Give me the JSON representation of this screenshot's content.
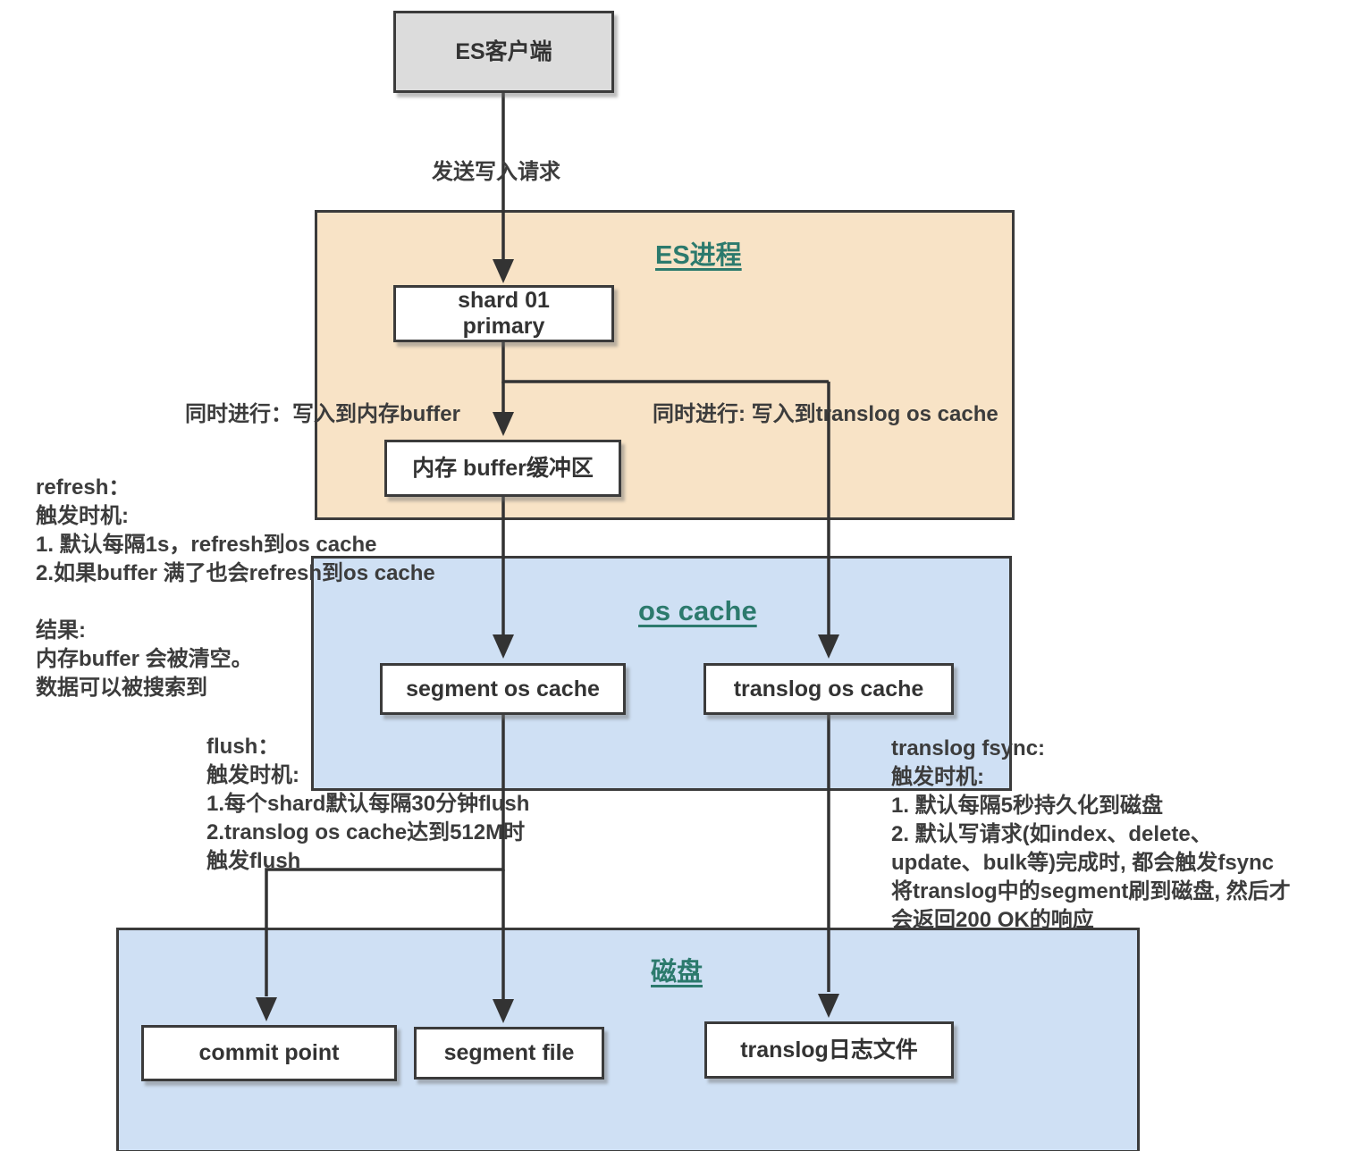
{
  "diagram": {
    "nodes": {
      "es_client": "ES客户端",
      "shard": [
        "shard 01",
        "primary"
      ],
      "memory_buffer": "内存 buffer缓冲区",
      "segment_os_cache": "segment os cache",
      "translog_os_cache": "translog os cache",
      "commit_point": "commit point",
      "segment_file": "segment file",
      "translog_file": "translog日志文件"
    },
    "groups": {
      "es_process": "ES进程",
      "os_cache": "os cache",
      "disk": "磁盘"
    },
    "edge_labels": {
      "send_write_request": "发送写入请求",
      "write_to_buffer": "同时进行：写入到内存buffer",
      "write_to_translog": "同时进行: 写入到translog os cache"
    },
    "annotations": {
      "refresh": [
        "refresh：",
        "触发时机:",
        "1. 默认每隔1s，refresh到os cache",
        "2.如果buffer 满了也会refresh到os cache",
        "",
        "结果:",
        "内存buffer 会被清空。",
        "数据可以被搜索到"
      ],
      "flush": [
        "flush：",
        "触发时机:",
        "1.每个shard默认每隔30分钟flush",
        "2.translog os cache达到512M时",
        "触发flush"
      ],
      "translog_fsync": [
        "translog fsync:",
        "触发时机:",
        "1. 默认每隔5秒持久化到磁盘",
        "2. 默认写请求(如index、delete、",
        "update、bulk等)完成时, 都会触发fsync",
        "将translog中的segment刷到磁盘, 然后才",
        "会返回200 OK的响应"
      ]
    },
    "colors": {
      "accent_teal": "#2c7a6d",
      "es_process_fill": "#f8e3c6",
      "cache_disk_fill": "#cfe0f4",
      "client_fill": "#dcdcdc",
      "line": "#333333",
      "text": "#3c3c3c"
    }
  }
}
